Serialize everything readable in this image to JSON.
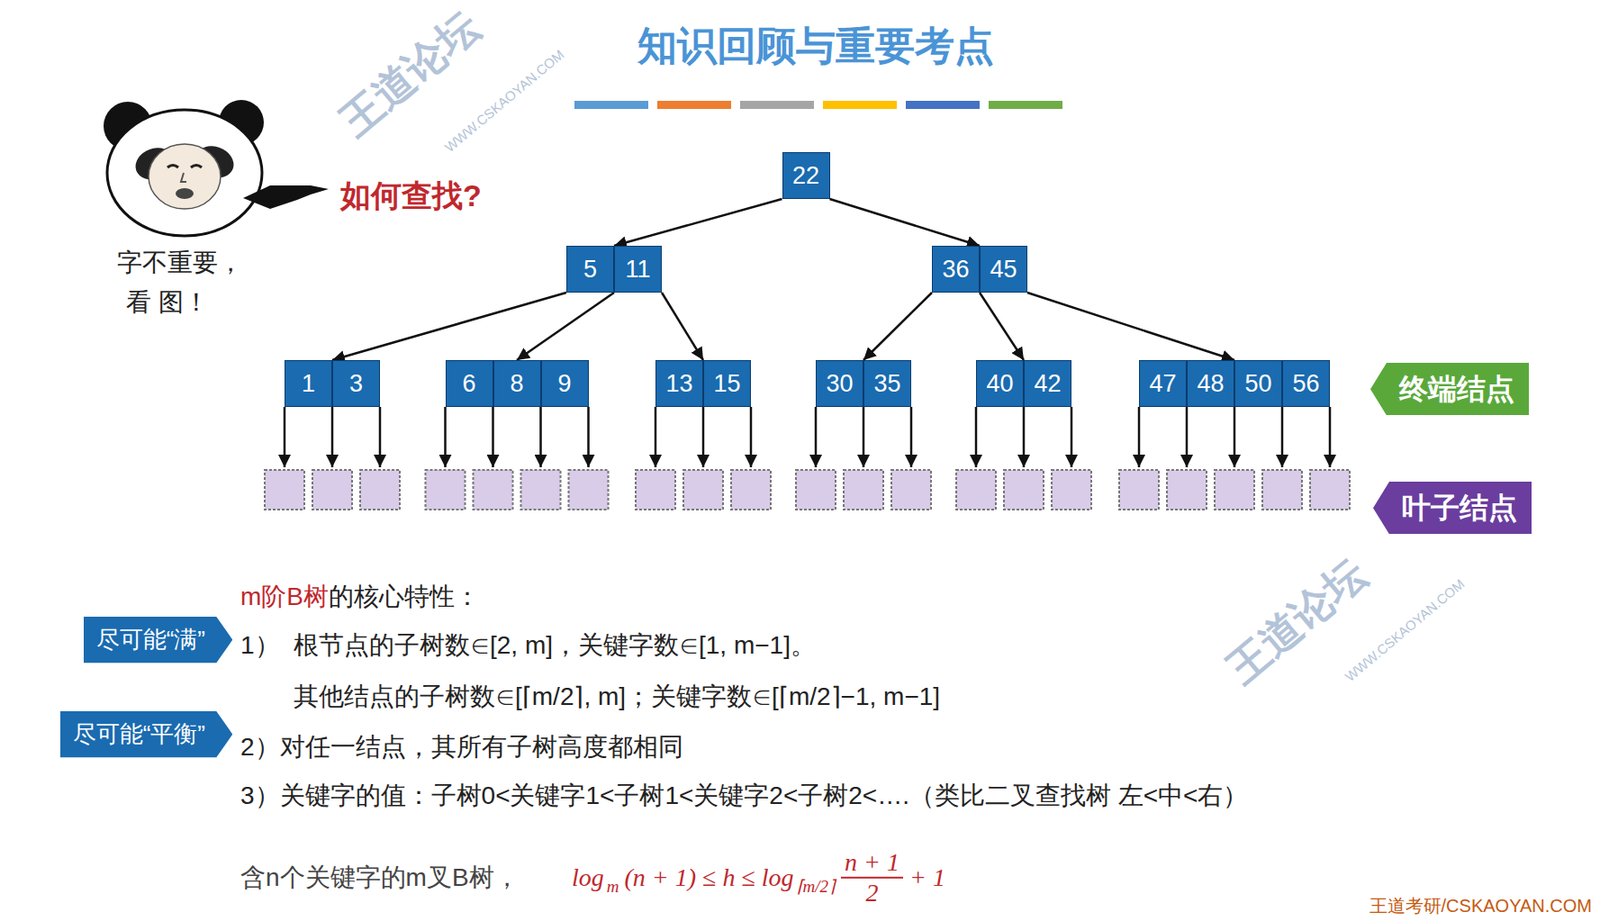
{
  "diagram": {
    "title": "知识回顾与重要考点",
    "nodes": [
      {
        "text": [
          "22"
        ]
      },
      {
        "text": [
          "5",
          "11"
        ]
      },
      {
        "text": [
          "36",
          "45"
        ]
      },
      {
        "text": [
          "1",
          "3"
        ]
      },
      {
        "text": [
          "6",
          "8",
          "9"
        ]
      },
      {
        "text": [
          "13",
          "15"
        ]
      },
      {
        "text": [
          "30",
          "35"
        ]
      },
      {
        "text": [
          "40",
          "42"
        ]
      },
      {
        "text": [
          "47",
          "48",
          "50",
          "56"
        ]
      },
      {
        "text": [
          "终端结点"
        ]
      },
      {
        "text": [
          "叶子结点"
        ]
      },
      {
        "text": [
          "尽可能“满”"
        ]
      },
      {
        "text": [
          "尽可能“平衡”"
        ]
      }
    ],
    "edges": [
      {
        "from": 0,
        "to": 1,
        "arrow": "to"
      },
      {
        "from": 0,
        "to": 2,
        "arrow": "to"
      },
      {
        "from": 1,
        "to": 3,
        "arrow": "to"
      },
      {
        "from": 1,
        "to": 4,
        "arrow": "to"
      },
      {
        "from": 1,
        "to": 5,
        "arrow": "to"
      },
      {
        "from": 2,
        "to": 6,
        "arrow": "to"
      },
      {
        "from": 2,
        "to": 7,
        "arrow": "to"
      },
      {
        "from": 2,
        "to": 8,
        "arrow": "to"
      }
    ],
    "labels": [
      "如何查找?",
      "字不重要，",
      "看 图！",
      "m阶B树",
      "的核心特性：",
      "1）",
      "根节点的子树数∈[2, m]，关键字数∈[1, m−1]。",
      "其他结点的子树数∈[⌈m/2⌉, m]；关键字数∈[⌈m/2⌉−1, m−1]",
      "2）对任一结点，其所有子树高度都相同",
      "3）关键字的值：子树0<关键字1<子树1<关键字2<子树2<….（类比二叉查找树 左<中<右）",
      "含n个关键字的m叉B树，",
      "log",
      "m",
      "(n + 1) ≤ h ≤ log",
      "⌈m/2⌉",
      "n + 1",
      "2",
      "+ 1",
      "王道论坛",
      "WWW.CSKAOYAN.COM",
      "王道论坛",
      "WWW.CSKAOYAN.COM",
      "王道考研/CSKAOYAN.COM"
    ]
  }
}
